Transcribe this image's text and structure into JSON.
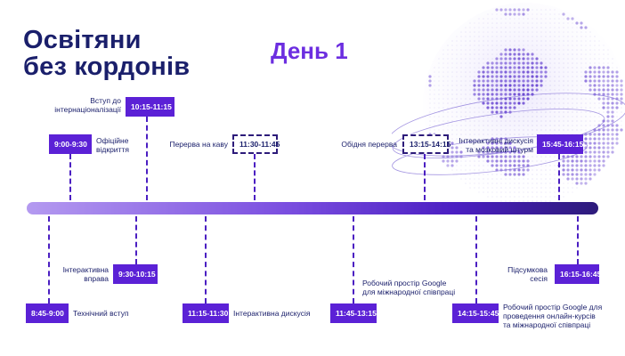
{
  "title": "Освітяни\nбез кордонів",
  "day_label": "День 1",
  "colors": {
    "accent": "#5b21d6",
    "navy": "#1a1f6b",
    "globe": "#6c2ee0"
  },
  "top_events": [
    {
      "time": "9:00-9:30",
      "label": "Офіційне\nвідкриття",
      "type": "session"
    },
    {
      "time": "10:15-11:15",
      "label": "Вступ до\nінтернаціоналізації",
      "type": "session"
    },
    {
      "time": "11:30-11:45",
      "label": "Перерва на каву",
      "type": "break"
    },
    {
      "time": "13:15-14:15",
      "label": "Обідня перерва",
      "type": "break"
    },
    {
      "time": "15:45-16:15",
      "label": "Інтерактивні дискусія\nта мозковий штурм",
      "type": "session"
    }
  ],
  "bottom_events": [
    {
      "time": "8:45-9:00",
      "label": "Технічний вступ",
      "type": "session"
    },
    {
      "time": "9:30-10:15",
      "label": "Інтерактивна\nвправа",
      "type": "session"
    },
    {
      "time": "11:15-11:30",
      "label": "Інтерактивна дискусія",
      "type": "session"
    },
    {
      "time": "11:45-13:15",
      "label": "Робочий простір Google\nдля міжнародної співпраці",
      "type": "session"
    },
    {
      "time": "14:15-15:45",
      "label": "Робочий простір Google для\nпроведення онлайн-курсів\nта міжнародної співпраці",
      "type": "session"
    },
    {
      "time": "16:15-16:45",
      "label": "Підсумкова\nсесія",
      "type": "session"
    }
  ]
}
